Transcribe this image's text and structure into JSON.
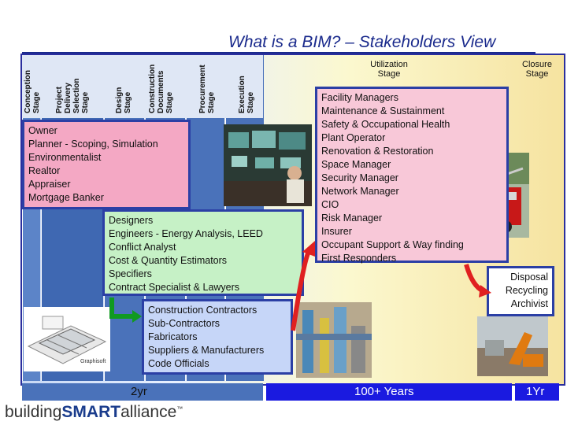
{
  "title": "What is a BIM? – Stakeholders View",
  "stages": [
    {
      "label": "Conception\nStage"
    },
    {
      "label": "Project\nDelivery\nSelection\nStage"
    },
    {
      "label": "Design\nStage"
    },
    {
      "label": "Construction\nDocuments\nStage"
    },
    {
      "label": "Procurement\nStage"
    },
    {
      "label": "Execution\nStage"
    }
  ],
  "utilization_stage": "Utilization\nStage",
  "closure_stage": "Closure\nStage",
  "owner_box": "Owner\nPlanner - Scoping, Simulation\nEnvironmentalist\nRealtor\nAppraiser\nMortgage Banker",
  "designers_box": "Designers\nEngineers - Energy Analysis, LEED\nConflict Analyst\nCost & Quantity Estimators\nSpecifiers\nContract Specialist & Lawyers",
  "contractors_box": "Construction Contractors\nSub-Contractors\nFabricators\nSuppliers & Manufacturers\nCode Officials",
  "facility_box": "Facility Managers\nMaintenance & Sustainment\nSafety & Occupational Health\nPlant Operator\nRenovation & Restoration\nSpace Manager\nSecurity Manager\nNetwork Manager\nCIO\nRisk Manager\nInsurer\nOccupant Support & Way finding\nFirst Responders",
  "disposal_box": "Disposal\nRecycling\nArchivist",
  "graphisoft_caption": "Graphisoft",
  "timeline": {
    "left": "2yr",
    "middle": "100+ Years",
    "right": "1Yr"
  },
  "logo": {
    "part1": "building",
    "part2": "SMART",
    "part3": "alliance",
    "mark": "™"
  },
  "colors": {
    "frame": "#2b2f9e",
    "stage_column": "#4a72ba",
    "timeline": "#1a1ae0",
    "owner": "#f4a8c4",
    "designers": "#c6f1c6",
    "contractors": "#c6d6f8",
    "facility": "#f8c8d8",
    "arrow_red": "#e02020",
    "arrow_green": "#109a20"
  }
}
